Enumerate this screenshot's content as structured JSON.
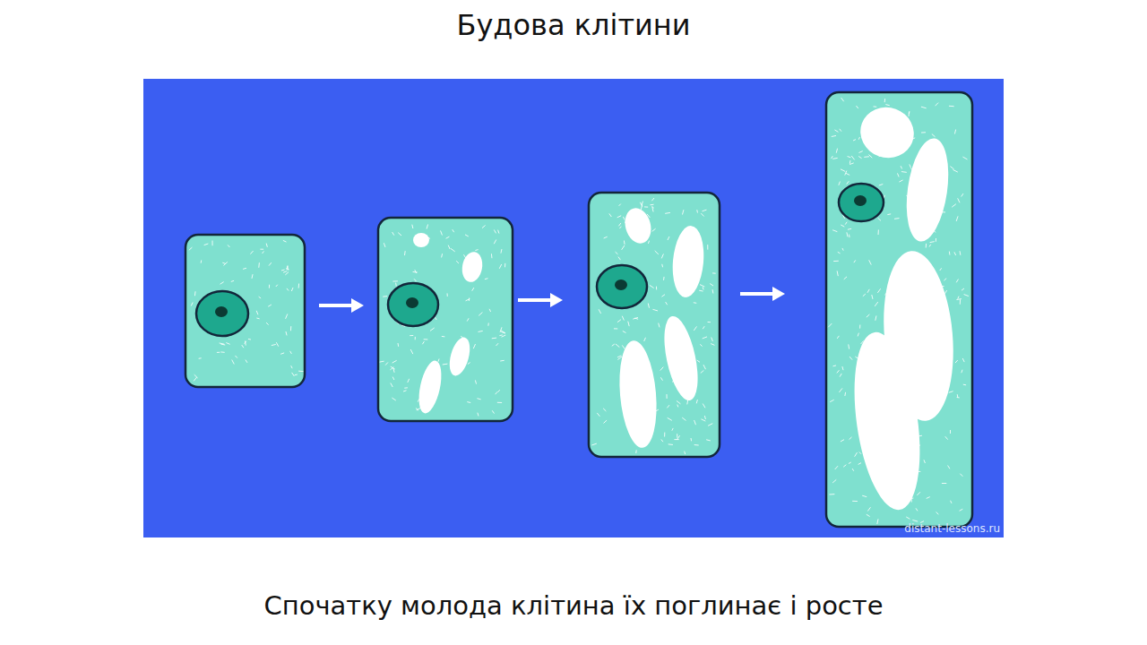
{
  "diagram": {
    "title": "Будова клітини",
    "caption": "Спочатку молода клітина їх поглинає і росте",
    "labels": [
      "distant-lessons.ru"
    ]
  }
}
